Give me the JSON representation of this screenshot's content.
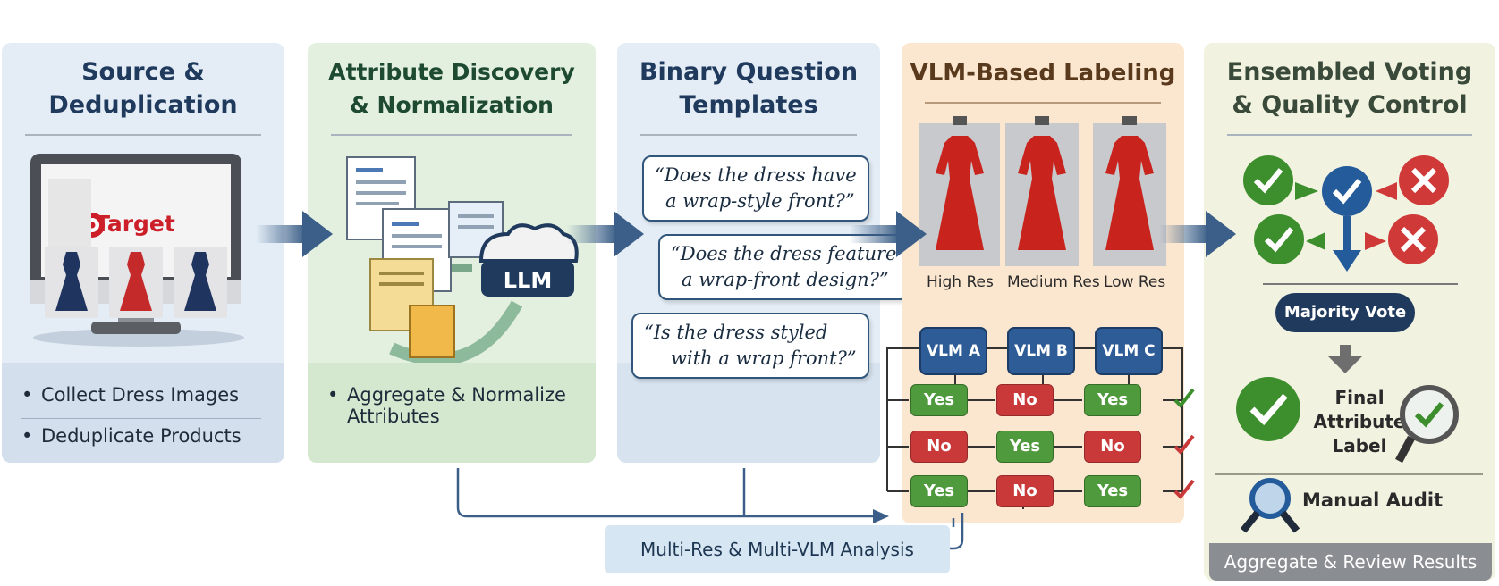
{
  "stages": [
    {
      "title_line1": "Source &",
      "title_line2": "Deduplication",
      "brand": "Target",
      "bullets": [
        "Collect Dress Images",
        "Deduplicate Products"
      ]
    },
    {
      "title_line1": "Attribute Discovery",
      "title_line2": "& Normalization",
      "llm_label": "LLM",
      "bullets": [
        "Aggregate & Normalize",
        "Attributes"
      ]
    },
    {
      "title_line1": "Binary Question",
      "title_line2": "Templates",
      "questions": [
        {
          "line1": "“Does the dress have",
          "line2": "a wrap-style front?”"
        },
        {
          "line1": "“Does the dress feature",
          "line2": "a wrap-front design?”"
        },
        {
          "line1": "“Is the dress styled",
          "line2": "with a wrap front?”"
        }
      ]
    },
    {
      "title": "VLM-Based Labeling",
      "resolutions": [
        "High Res",
        "Medium Res",
        "Low Res"
      ],
      "models": [
        "VLM A",
        "VLM B",
        "VLM C"
      ],
      "votes": [
        [
          "Yes",
          "No",
          "Yes"
        ],
        [
          "No",
          "Yes",
          "No"
        ],
        [
          "Yes",
          "No",
          "Yes"
        ]
      ]
    },
    {
      "title_line1": "Ensembled Voting",
      "title_line2": "& Quality Control",
      "majority": "Majority Vote",
      "final_line1": "Final",
      "final_line2": "Attribute",
      "final_line3": "Label",
      "audit": "Manual Audit",
      "footer": "Aggregate & Review Results"
    }
  ],
  "banner": "Multi-Res & Multi-VLM Analysis",
  "colors": {
    "yes": "#4f9a3c",
    "no": "#c9393a",
    "vlm": "#2d5c96",
    "navy": "#1f3a5c"
  }
}
